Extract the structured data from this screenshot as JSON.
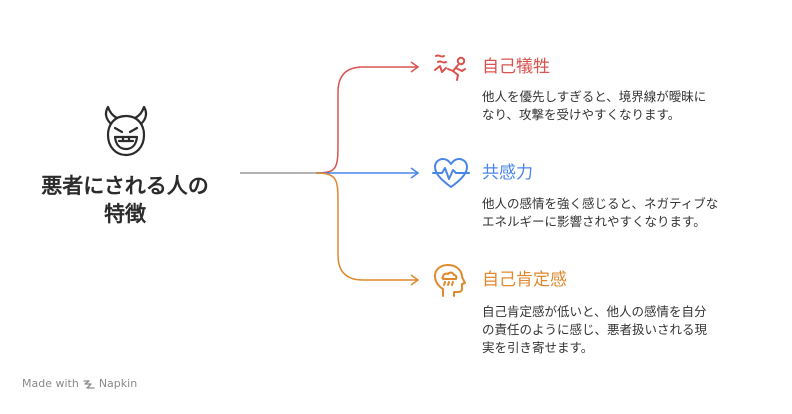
{
  "center": {
    "line1": "悪者にされる人の",
    "line2": "特徴",
    "icon": "devil-face-icon"
  },
  "items": [
    {
      "title": "自己犠牲",
      "color": "#d9534f",
      "icon": "self-sacrifice-icon",
      "desc_lines": [
        "他人を優先しすぎると、境界線が曖昧に",
        "なり、攻撃を受けやすくなります。"
      ]
    },
    {
      "title": "共感力",
      "color": "#4a86e8",
      "icon": "heart-pulse-icon",
      "desc_lines": [
        "他人の感情を強く感じると、ネガティブな",
        "エネルギーに影響されやすくなります。"
      ]
    },
    {
      "title": "自己肯定感",
      "color": "#e0892e",
      "icon": "head-cloud-icon",
      "desc_lines": [
        "自己肯定感が低いと、他人の感情を自分",
        "の責任のように感じ、悪者扱いされる現",
        "実を引き寄せます。"
      ]
    }
  ],
  "footer": {
    "made_with": "Made with",
    "brand": "Napkin"
  }
}
